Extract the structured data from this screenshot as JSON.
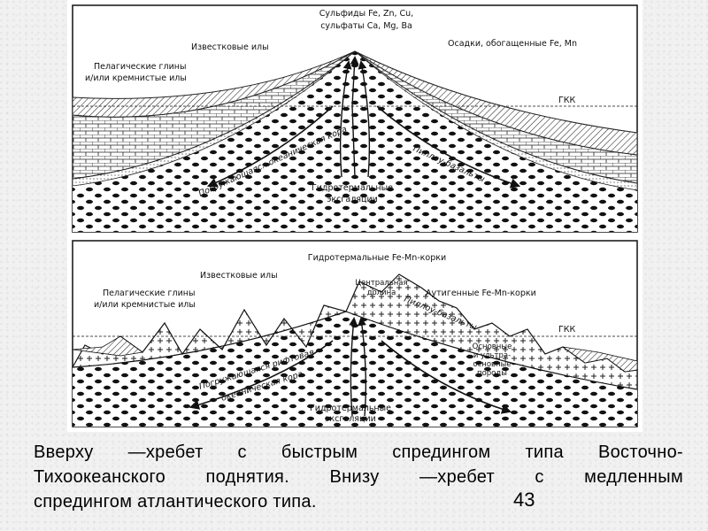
{
  "top_diagram": {
    "sulfides": "Сульфиды Fe, Zn, Cu,",
    "sulfates": "сульфаты Ca, Mg, Ba",
    "fe_mn_sediments": "Осадки, обогащенные Fe, Mn",
    "calcareous_ooze": "Известковые илы",
    "pelagic_clays_1": "Пелагические глины",
    "pelagic_clays_2": "и/или кремнистые илы",
    "gkk": "ГКК",
    "subducting_crust": "Погружающаяся океаническая кора",
    "pillow_basalts": "Пиллоу-базальты",
    "hydrothermal_1": "Гидротермальные",
    "hydrothermal_2": "эксгаляции"
  },
  "bottom_diagram": {
    "fe_mn_crusts": "Гидротермальные Fe-Mn-корки",
    "calcareous_ooze": "Известковые илы",
    "central_valley_1": "Центральная",
    "central_valley_2": "долина",
    "pelagic_clays_1": "Пелагические глины",
    "pelagic_clays_2": "и/или кремнистые илы",
    "pillow_basalts": "Пиллоу-базальты",
    "authigenic_crusts": "Аутигенные Fe-Mn-корки",
    "gkk": "ГКК",
    "basic_rocks_1": "Основные",
    "basic_rocks_2": "и ультра-",
    "basic_rocks_3": "основные",
    "basic_rocks_4": "породы",
    "subducting_rift_1": "Погружающаяся рифтовая",
    "subducting_rift_2": "океаническая кора",
    "hydrothermal_1": "Гидротермальные",
    "hydrothermal_2": "эксгаляции"
  },
  "caption": {
    "line1": "Вверху —хребет с быстрым спредингом типа Восточно-",
    "line2": "Тихоокеанского поднятия. Внизу —хребет с медленным",
    "line3": "спредингом атлантического типа."
  },
  "page_number": "43"
}
